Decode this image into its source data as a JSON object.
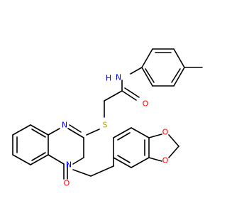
{
  "molecule": {
    "atom_labels": {
      "amide_n": "N",
      "amide_h": "H",
      "amide_o": "O",
      "sulfur": "S",
      "ring_n1": "N",
      "ring_n3": "N",
      "ring_o": "O",
      "dioxole_o1": "O",
      "dioxole_o2": "O"
    },
    "colors": {
      "bond": "#000000",
      "nitrogen": "#0000ff",
      "oxygen": "#ff0000",
      "sulfur": "#b5a000",
      "background": "#ffffff"
    }
  }
}
